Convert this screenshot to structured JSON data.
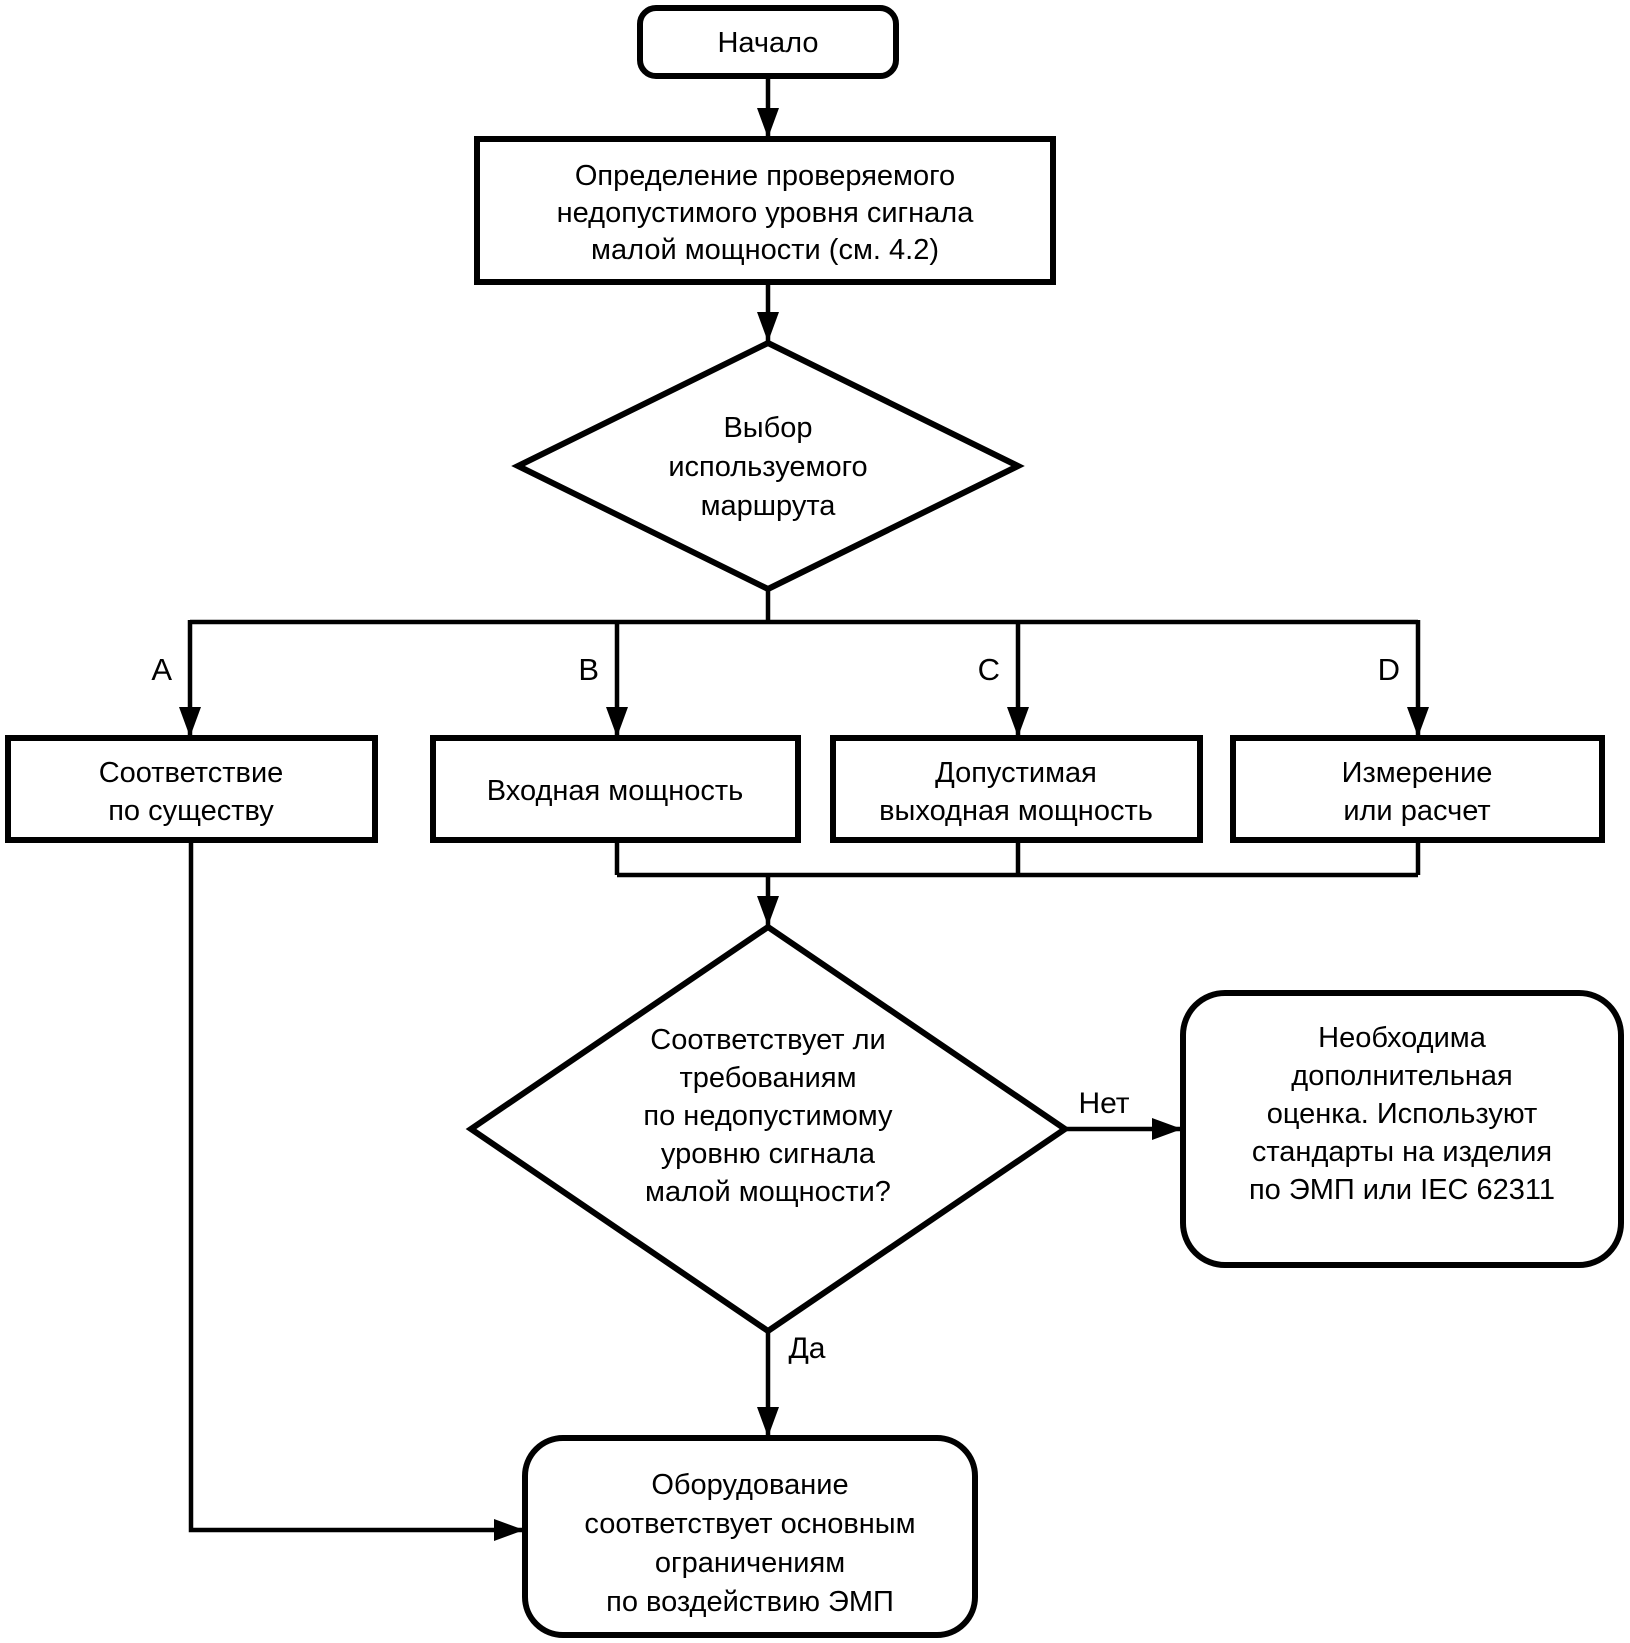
{
  "figure": {
    "background_color": "#ffffff",
    "line_color": "#000000",
    "text_color": "#000000",
    "type": "flowchart"
  },
  "nodes": {
    "start": {
      "label": "Начало"
    },
    "define_level": {
      "lines": [
        "Определение проверяемого",
        "недопустимого уровня сигнала",
        "малой мощности (см. 4.2)"
      ]
    },
    "route_choice": {
      "lines": [
        "Выбор",
        "используемого",
        "маршрута"
      ]
    },
    "branch_labels": {
      "a": "A",
      "b": "B",
      "c": "C",
      "d": "D"
    },
    "route_a": {
      "lines": [
        "Соответствие",
        "по существу"
      ]
    },
    "route_b": {
      "lines": [
        "Входная мощность"
      ]
    },
    "route_c": {
      "lines": [
        "Допустимая",
        "выходная мощность"
      ]
    },
    "route_d": {
      "lines": [
        "Измерение",
        "или расчет"
      ]
    },
    "compliance_check": {
      "lines": [
        "Соответствует ли",
        "требованиям",
        "по недопустимому",
        "уровню сигнала",
        "малой мощности?"
      ]
    },
    "additional_assessment": {
      "lines": [
        "Необходима",
        "дополнительная",
        "оценка. Используют",
        "стандарты на изделия",
        "по ЭМП или IEC 62311"
      ]
    },
    "compliant_result": {
      "lines": [
        "Оборудование",
        "соответствует основным",
        "ограничениям",
        "по воздействию ЭМП"
      ]
    },
    "edge_labels": {
      "no": "Нет",
      "yes": "Да"
    }
  }
}
